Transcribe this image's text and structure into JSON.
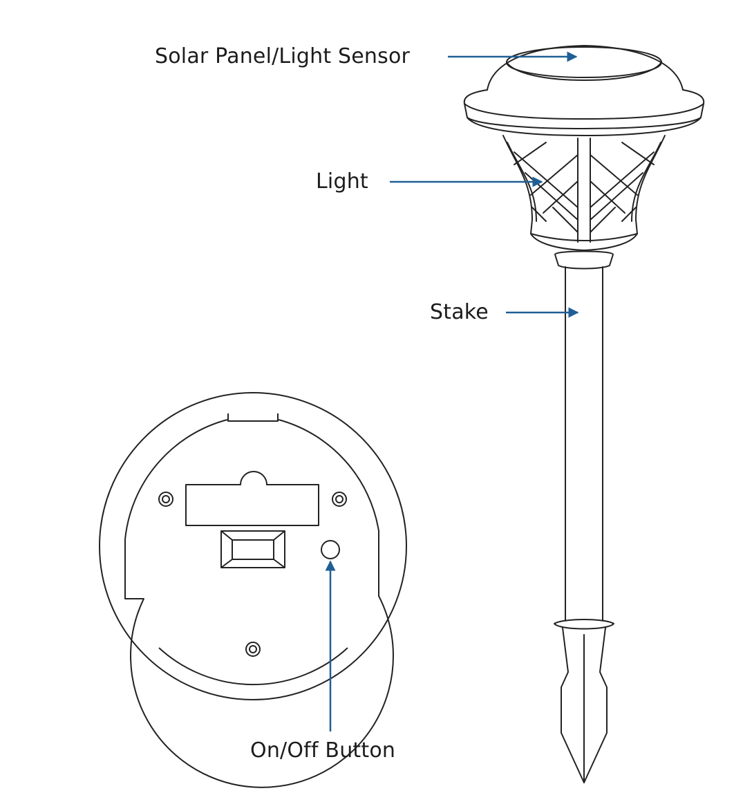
{
  "labels": {
    "solar_panel": "Solar Panel/Light Sensor",
    "light": "Light",
    "stake": "Stake",
    "on_off_button": "On/Off Button"
  },
  "colors": {
    "line_art": "#222222",
    "callout_arrow": "#1f5f95",
    "background": "#ffffff"
  }
}
